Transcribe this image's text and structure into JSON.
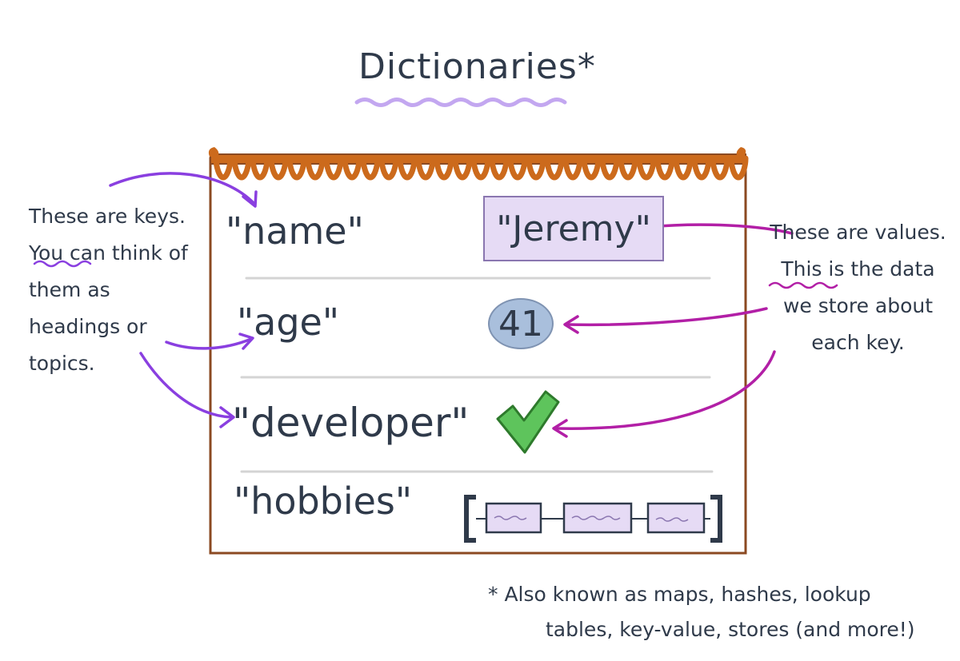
{
  "title": "Dictionaries*",
  "notes": {
    "keys": "These are keys. You can think of them as headings or topics.",
    "values": "These are values. This is the data we store about each key."
  },
  "dictionary": {
    "entries": [
      {
        "key": "\"name\"",
        "value": "\"Jeremy\"",
        "value_type": "string"
      },
      {
        "key": "\"age\"",
        "value": "41",
        "value_type": "number"
      },
      {
        "key": "\"developer\"",
        "value_type": "boolean-check"
      },
      {
        "key": "\"hobbies\"",
        "value_type": "list",
        "list_item_count": 3
      }
    ]
  },
  "footnote": {
    "line1": "* Also known as maps, hashes, lookup",
    "line2": "tables, key-value, stores (and more!)"
  },
  "colors": {
    "binding": "#cc6a1c",
    "notebook_border": "#8b4a22",
    "key_arrows": "#8a3fe0",
    "value_arrows": "#b21fa6",
    "string_box": "#e6dbf5",
    "number_bubble": "#a9bfdc",
    "check": "#5ec45c",
    "title_underline": "#c3a7f0"
  }
}
